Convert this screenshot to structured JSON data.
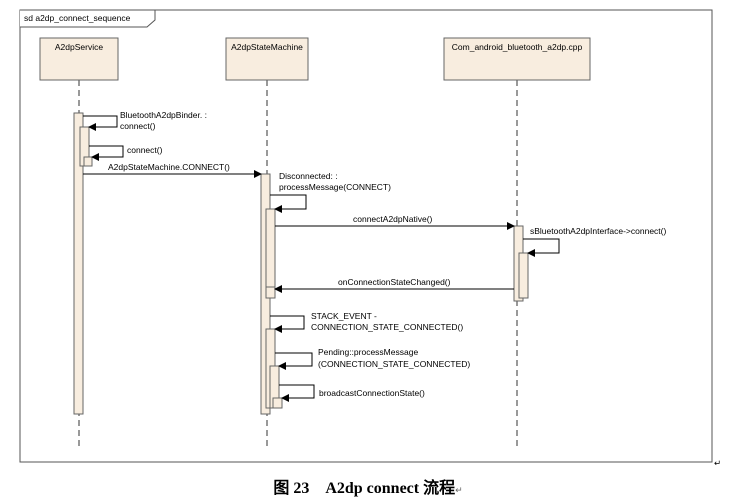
{
  "frame_title": "sd a2dp_connect_sequence",
  "lifelines": [
    {
      "id": "svc",
      "name": "A2dpService"
    },
    {
      "id": "sm",
      "name": "A2dpStateMachine"
    },
    {
      "id": "native",
      "name": "Com_android_bluetooth_a2dp.cpp"
    }
  ],
  "messages": [
    {
      "lines": [
        "BluetoothA2dpBinder. :",
        "connect()"
      ]
    },
    {
      "lines": [
        "connect()"
      ]
    },
    {
      "lines": [
        "A2dpStateMachine.CONNECT()"
      ]
    },
    {
      "lines": [
        "Disconnected: :",
        "processMessage(CONNECT)"
      ]
    },
    {
      "lines": [
        "connectA2dpNative()"
      ]
    },
    {
      "lines": [
        "sBluetoothA2dpInterface->connect()"
      ]
    },
    {
      "lines": [
        "onConnectionStateChanged()"
      ]
    },
    {
      "lines": [
        "STACK_EVENT -",
        "CONNECTION_STATE_CONNECTED()"
      ]
    },
    {
      "lines": [
        "Pending::processMessage",
        "(CONNECTION_STATE_CONNECTED)"
      ]
    },
    {
      "lines": [
        "broadcastConnectionState()"
      ]
    }
  ],
  "caption": {
    "text": "图 23　A2dp connect 流程",
    "mark": "↵"
  },
  "page_mark": "↵"
}
